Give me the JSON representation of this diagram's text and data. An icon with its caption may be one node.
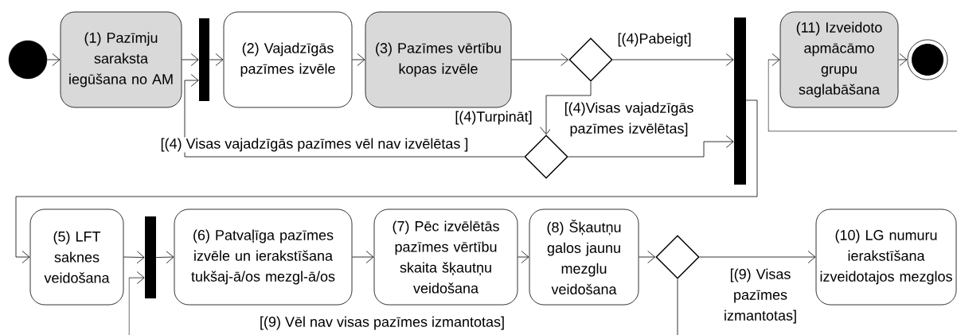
{
  "diagram": {
    "nodes": [
      {
        "text": [],
        "shape": "circle"
      },
      {
        "text": [
          "(1) Pazīmju saraksta iegūšana no AM"
        ]
      },
      {
        "text": [],
        "shape": "bar"
      },
      {
        "text": [
          "(2) Vajadzīgās pazīmes izvēle"
        ]
      },
      {
        "text": [
          "(3) Pazīmes vērtību kopas izvēle"
        ]
      },
      {
        "text": [],
        "shape": "diamond"
      },
      {
        "text": [],
        "shape": "diamond"
      },
      {
        "text": [],
        "shape": "bar"
      },
      {
        "text": [
          "(11) Izveidoto apmācāmo grupu saglabāšana"
        ]
      },
      {
        "text": [],
        "shape": "bullseye"
      },
      {
        "text": [
          "(5) LFT saknes veidošana"
        ]
      },
      {
        "text": [],
        "shape": "bar"
      },
      {
        "text": [
          "(6) Patvaļīga pazīmes izvēle un ierakstīšana tukšaj-ā/os mezgl-ā/os"
        ]
      },
      {
        "text": [
          "(7) Pēc izvēlētās pazīmes vērtību skaita šķautņu veidošana"
        ]
      },
      {
        "text": [
          "(8) Šķautņu galos jaunu mezglu veidošana"
        ]
      },
      {
        "text": [],
        "shape": "diamond"
      },
      {
        "text": [
          "(10) LG numuru ierakstīšana izveidotajos mezglos"
        ]
      }
    ],
    "edges": [
      {
        "from": 0,
        "to": 1,
        "arrow": "to"
      },
      {
        "from": 1,
        "to": 2,
        "arrow": "to"
      },
      {
        "from": 2,
        "to": 3,
        "arrow": "to"
      },
      {
        "from": 3,
        "to": 4,
        "arrow": "to"
      },
      {
        "from": 4,
        "to": 5,
        "arrow": "to"
      },
      {
        "from": 5,
        "to": 7,
        "arrow": "to",
        "label": "[(4)Pabeigt]"
      },
      {
        "from": 5,
        "to": 6,
        "arrow": "to",
        "label": "[(4)Turpināt]"
      },
      {
        "from": 6,
        "to": 2,
        "arrow": "to",
        "label": "[(4) Visas vajadzīgās pazīmes vēl nav izvēlētas ]"
      },
      {
        "from": 6,
        "to": 7,
        "arrow": "to",
        "label": "[(4)Visas vajadzīgās pazīmes izvēlētas]"
      },
      {
        "from": 7,
        "to": 10,
        "arrow": "to"
      },
      {
        "from": null,
        "to": 8,
        "arrow": "to"
      },
      {
        "from": 8,
        "to": 9,
        "arrow": "to"
      },
      {
        "from": 10,
        "to": 11,
        "arrow": "to"
      },
      {
        "from": 11,
        "to": 12,
        "arrow": "to"
      },
      {
        "from": 12,
        "to": 13,
        "arrow": "to"
      },
      {
        "from": 13,
        "to": 14,
        "arrow": "to"
      },
      {
        "from": 14,
        "to": 15,
        "arrow": "to"
      },
      {
        "from": 15,
        "to": 16,
        "arrow": "to",
        "label": "[(9) Visas pazīmes izmantotas]"
      },
      {
        "from": 15,
        "to": 11,
        "arrow": "to",
        "label": "[(9) Vēl nav visas pazīmes izmantotas]"
      }
    ]
  }
}
